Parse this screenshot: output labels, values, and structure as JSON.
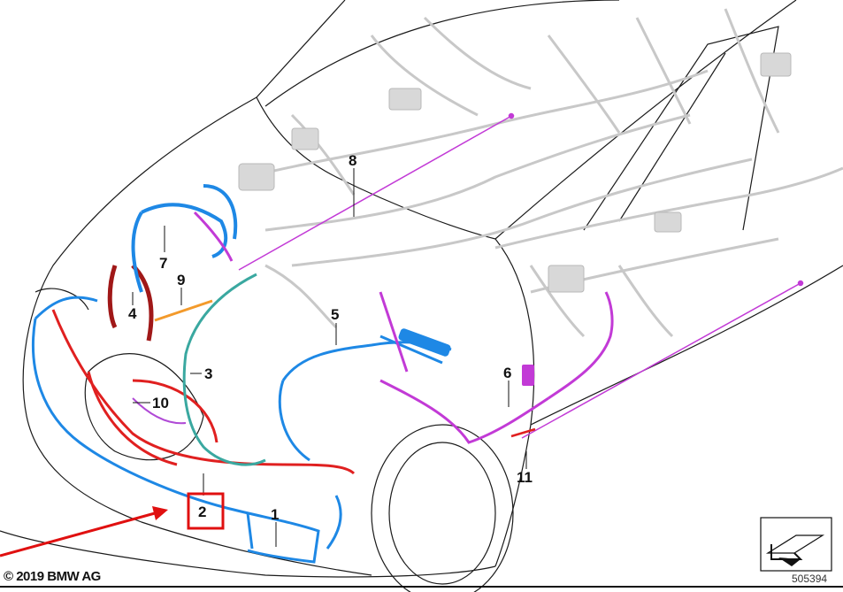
{
  "colors": {
    "outline": "#1a1a1a",
    "background_wiring": "#c8c8c8",
    "harness_blue": "#1e88e5",
    "harness_red": "#e02020",
    "harness_darkred": "#a01818",
    "harness_magenta": "#c23ad6",
    "harness_teal": "#3aa8a0",
    "harness_orange": "#f39a2b",
    "highlight_red": "#e01010"
  },
  "callouts": [
    {
      "label": "1"
    },
    {
      "label": "2",
      "highlighted": true
    },
    {
      "label": "3"
    },
    {
      "label": "4"
    },
    {
      "label": "5"
    },
    {
      "label": "6"
    },
    {
      "label": "7"
    },
    {
      "label": "8"
    },
    {
      "label": "9"
    },
    {
      "label": "10"
    },
    {
      "label": "11"
    }
  ],
  "footer": {
    "copyright": "© 2019 BMW AG",
    "reference_number": "505394"
  },
  "icons": [
    "direction-arrow-icon"
  ]
}
